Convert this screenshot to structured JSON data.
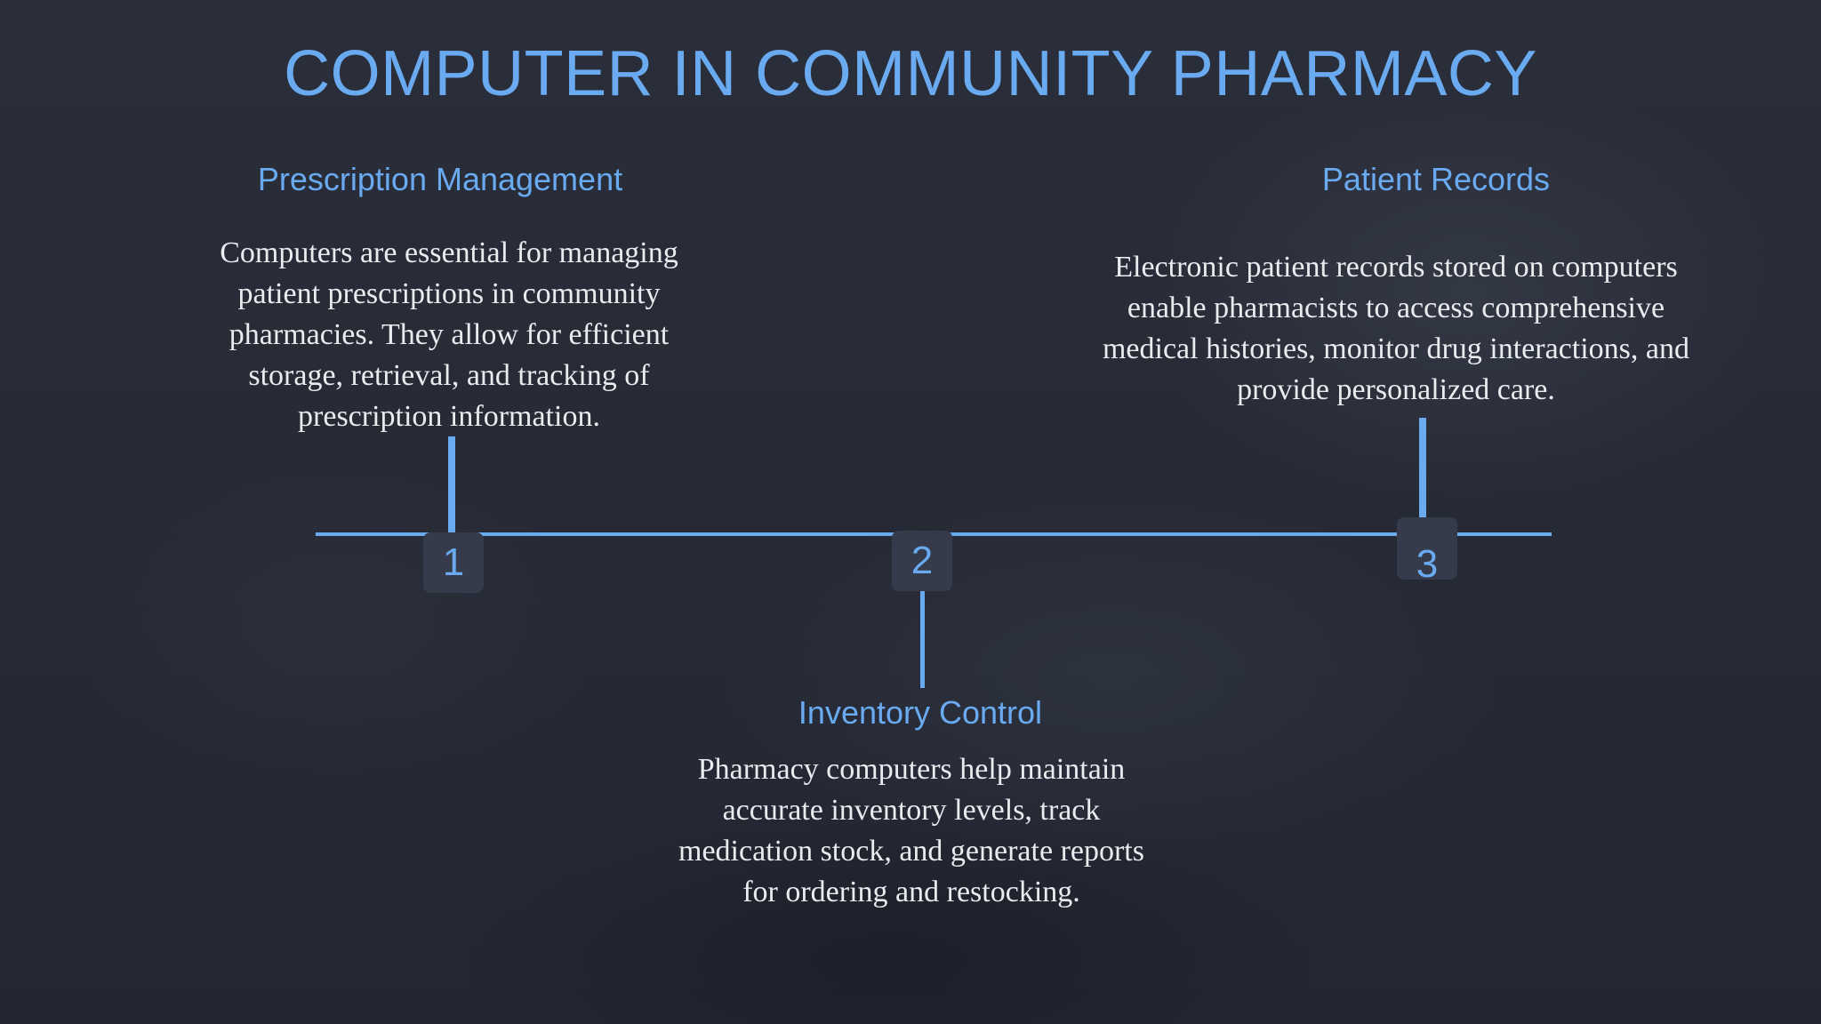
{
  "slide": {
    "title": "COMPUTER IN COMMUNITY PHARMACY"
  },
  "timeline": {
    "accent_color": "#6aaaf0",
    "items": [
      {
        "number": "1",
        "heading": "Prescription Management",
        "description": "Computers are essential for managing patient prescriptions in community pharmacies. They allow for efficient storage, retrieval, and tracking of prescription information."
      },
      {
        "number": "2",
        "heading": "Inventory Control",
        "description": "Pharmacy computers help maintain accurate inventory levels, track medication stock, and generate reports for ordering and restocking."
      },
      {
        "number": "3",
        "heading": "Patient Records",
        "description": "Electronic patient records stored on computers enable pharmacists to access comprehensive medical histories, monitor drug interactions, and provide personalized care."
      }
    ]
  }
}
